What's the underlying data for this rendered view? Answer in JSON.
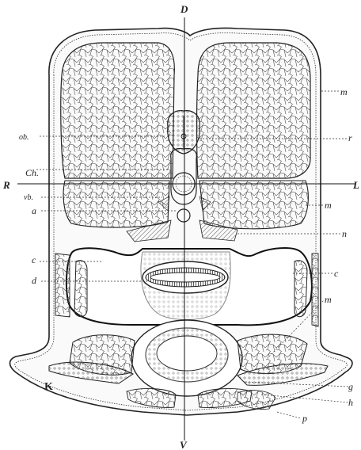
{
  "figure": {
    "axis_labels": {
      "dorsal": "D",
      "ventral": "V",
      "right": "R",
      "left": "L"
    },
    "left_labels": {
      "ob": "ob.",
      "ch": "Ch.",
      "vb": "vb.",
      "a": "a",
      "c": "c",
      "d": "d"
    },
    "right_labels": {
      "m1": "m",
      "r": "r",
      "m2": "m",
      "n": "n",
      "c": "c",
      "m3": "m",
      "g": "g",
      "h": "h",
      "p": "p"
    },
    "corner_mark": "K"
  }
}
